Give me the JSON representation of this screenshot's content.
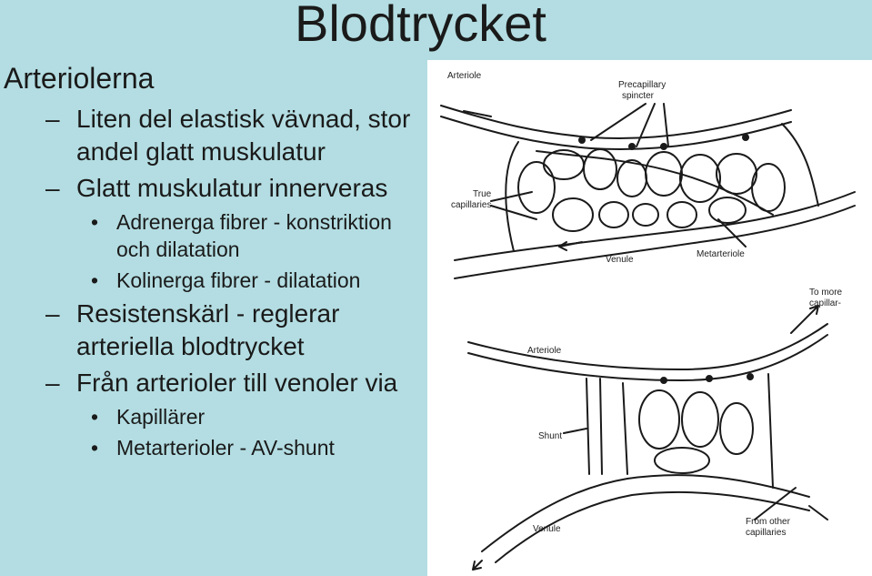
{
  "title": "Blodtrycket",
  "heading": "Arteriolerna",
  "items": [
    {
      "level": 1,
      "text": "Liten del elastisk vävnad, stor andel glatt muskulatur"
    },
    {
      "level": 1,
      "text": "Glatt muskulatur innerveras"
    },
    {
      "level": 2,
      "text": "Adrenerga fibrer - konstriktion och dilatation"
    },
    {
      "level": 2,
      "text": "Kolinerga fibrer - dilatation"
    },
    {
      "level": 1,
      "text": "Resistenskärl - reglerar arteriella blodtrycket"
    },
    {
      "level": 1,
      "text": "Från arterioler till venoler via"
    },
    {
      "level": 2,
      "text": "Kapillärer"
    },
    {
      "level": 2,
      "text": "Metarterioler - AV-shunt"
    }
  ],
  "figure": {
    "top": {
      "arteriole": "Arteriole",
      "precapillary_1": "Precapillary",
      "precapillary_2": "spincter",
      "true_cap_1": "True",
      "true_cap_2": "capillaries",
      "venule": "Venule",
      "metarteriole": "Metarteriole"
    },
    "bottom": {
      "arteriole": "Arteriole",
      "to_more_1": "To more",
      "to_more_2": "capillar-",
      "shunt": "Shunt",
      "venule": "Venule",
      "from_other_1": "From other",
      "from_other_2": "capillaries"
    }
  }
}
